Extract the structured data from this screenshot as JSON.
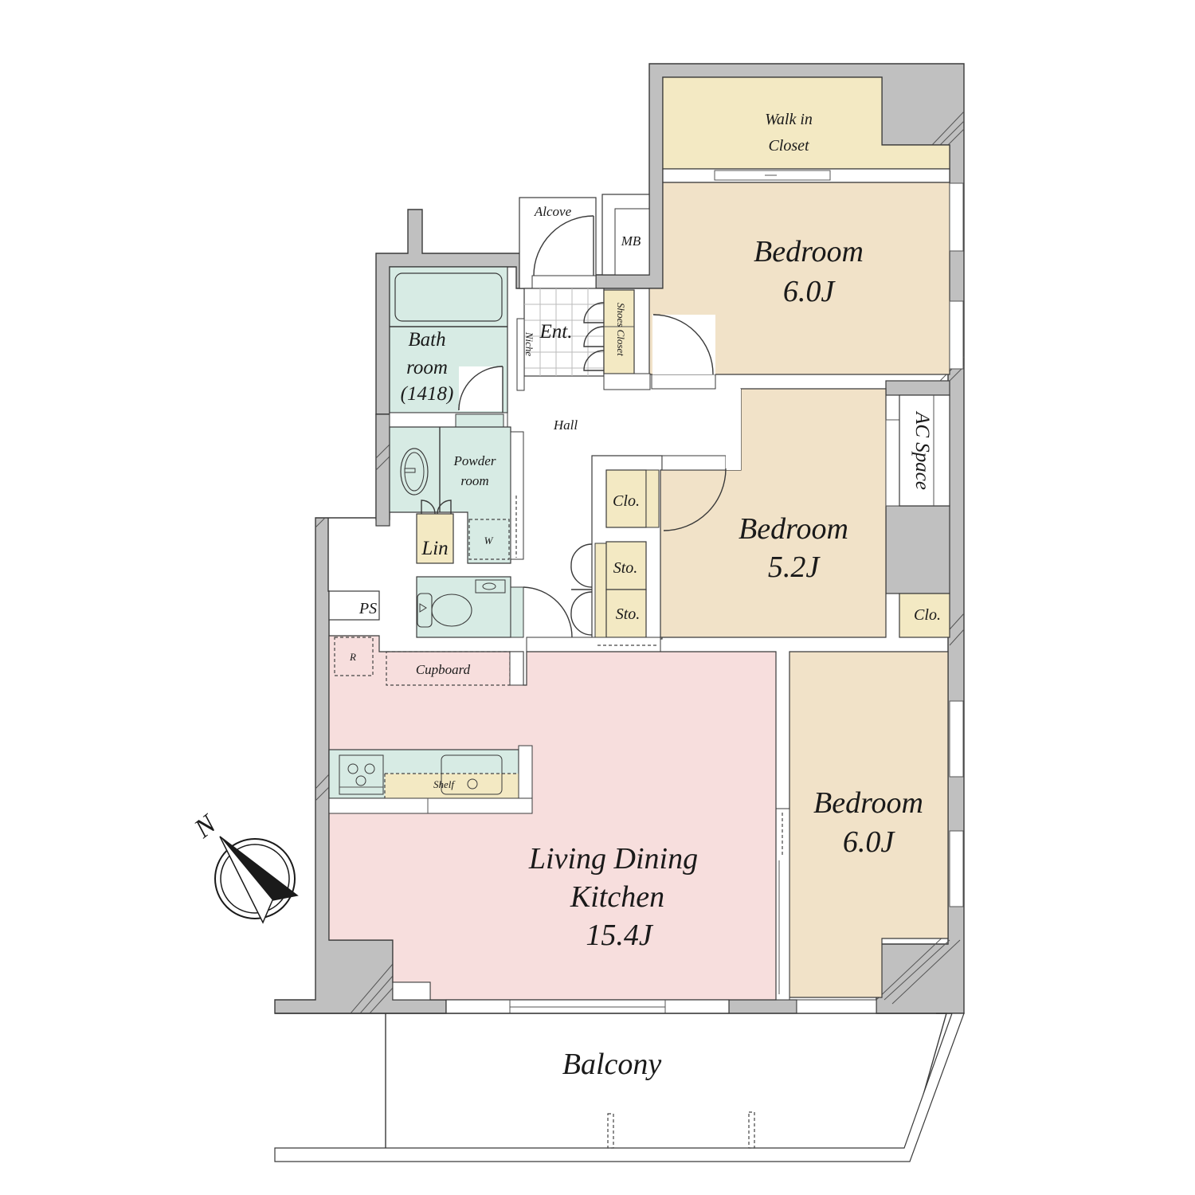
{
  "colors": {
    "wall": "#c0c0c0",
    "wall_stroke": "#3a3a3a",
    "bedroom": "#f1e2c8",
    "closet": "#f3e9c3",
    "wet_area": "#d7ebe4",
    "ldk": "#f7dedd",
    "white": "#ffffff"
  },
  "rooms": {
    "walk_in_closet": {
      "line1": "Walk in",
      "line2": "Closet"
    },
    "bedroom_1": {
      "name": "Bedroom",
      "size": "6.0J"
    },
    "bedroom_2": {
      "name": "Bedroom",
      "size": "5.2J"
    },
    "bedroom_3": {
      "name": "Bedroom",
      "size": "6.0J"
    },
    "ldk": {
      "line1": "Living Dining",
      "line2": "Kitchen",
      "size": "15.4J"
    },
    "bathroom": {
      "line1": "Bath",
      "line2": "room",
      "line3": "(1418)"
    },
    "powder_room": {
      "line1": "Powder",
      "line2": "room"
    },
    "entrance": "Ent.",
    "hall": "Hall",
    "alcove": "Alcove",
    "mb": "MB",
    "shoes_closet": "Shoes Closet",
    "niche": "Niche",
    "ac_space": "AC Space",
    "ps": "PS",
    "linen": "Lin",
    "washer": "W",
    "refrigerator": "R",
    "cupboard": "Cupboard",
    "shelf": "Shelf",
    "closet_bedroom2": "Clo.",
    "closet_bedroom3": "Clo.",
    "storage_1": "Sto.",
    "storage_2": "Sto.",
    "balcony": "Balcony"
  },
  "compass": {
    "label": "N"
  }
}
